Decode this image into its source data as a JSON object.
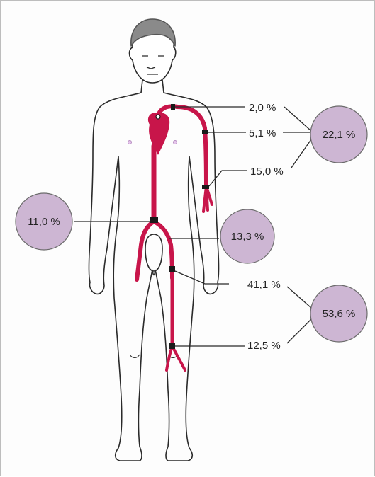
{
  "colors": {
    "artery": "#c8154a",
    "artery_node": "#1a1a1a",
    "bubble_fill": "#cdb6d3",
    "bubble_stroke": "#6b6b6b",
    "body_outline": "#2a2a2a",
    "hair": "#8a8a8a",
    "leader_line": "#2a2a2a"
  },
  "labels": {
    "arm_top": "2,0 %",
    "arm_mid": "5,1 %",
    "arm_low": "15,0 %",
    "pelvis": "13,3 %",
    "thigh": "41,1 %",
    "calf": "12,5 %"
  },
  "bubbles": {
    "trunk": "11,0 %",
    "arm_total": "22,1 %",
    "leg_total": "53,6 %"
  }
}
